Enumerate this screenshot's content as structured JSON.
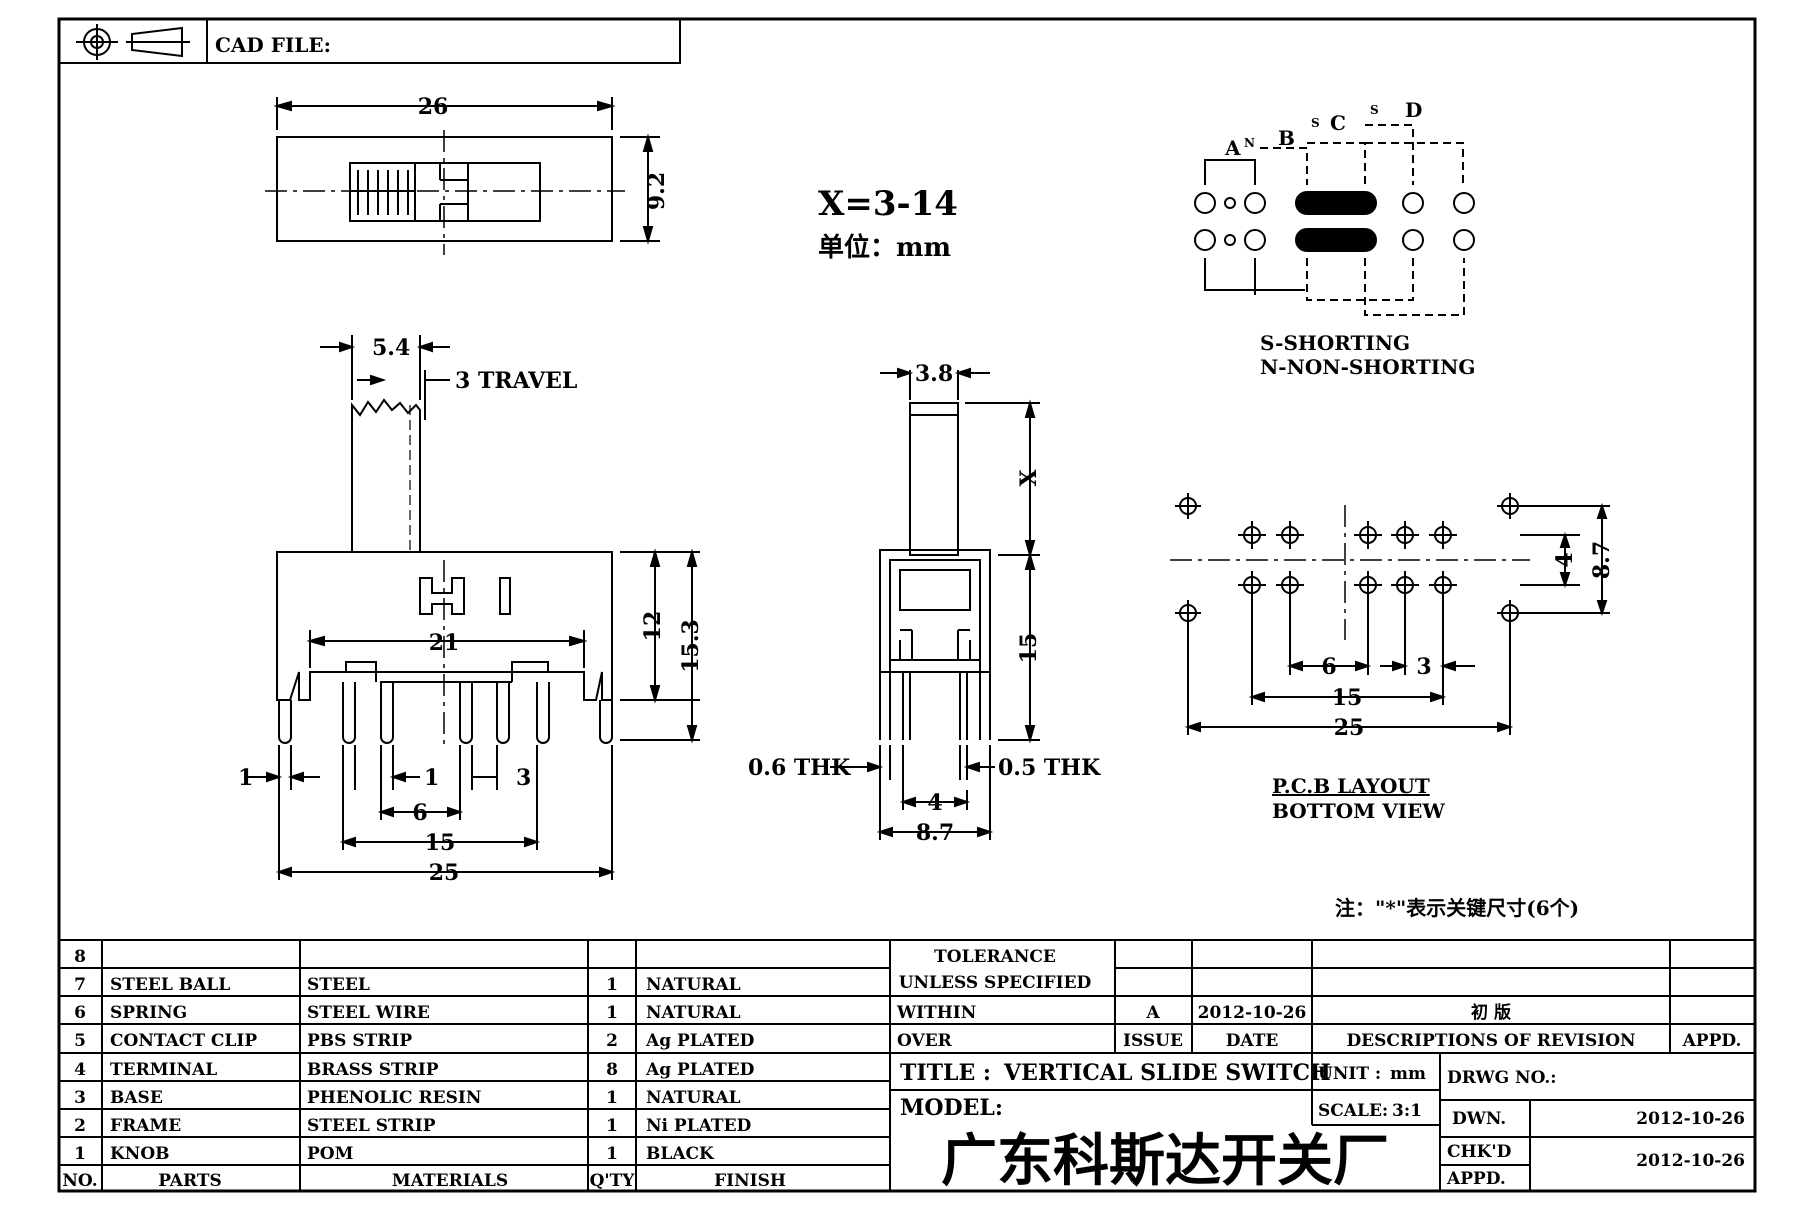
{
  "header": {
    "cad_file_label": "CAD FILE:"
  },
  "note_x": "X=3-14",
  "note_unit": "单位：mm",
  "top_view": {
    "width_dim": "26",
    "height_dim": "9.2"
  },
  "front_view": {
    "dim_5_4": "5.4",
    "travel_label": "3 TRAVEL",
    "dim_21": "21",
    "dim_12": "12",
    "dim_15_3": "15.3",
    "dim_1a": "1",
    "dim_1b": "1",
    "dim_3": "3",
    "dim_6": "6",
    "dim_15": "15",
    "dim_25": "25"
  },
  "side_view": {
    "dim_3_8": "3.8",
    "dim_x": "X",
    "dim_15": "15",
    "thk_left": "0.6  THK",
    "thk_right": "0.5  THK",
    "dim_4": "4",
    "dim_8_7": "8.7"
  },
  "schematic": {
    "labels": [
      "A",
      "N",
      "B",
      "S",
      "C",
      "S",
      "D"
    ],
    "legend_s": "S-SHORTING",
    "legend_n": "N-NON-SHORTING"
  },
  "pcb": {
    "dim_4": "4",
    "dim_8_7": "8.7",
    "dim_6": "6",
    "dim_3": "3",
    "dim_15": "15",
    "dim_25": "25",
    "title": "P.C.B  LAYOUT",
    "subtitle": "BOTTOM  VIEW"
  },
  "footnote": "注：\"*\"表示关键尺寸(6个)",
  "bom": {
    "header": {
      "no": "NO.",
      "parts": "PARTS",
      "materials": "MATERIALS",
      "qty": "Q'TY",
      "finish": "FINISH"
    },
    "rows": [
      {
        "no": "8",
        "part": "",
        "material": "",
        "qty": "",
        "finish": ""
      },
      {
        "no": "7",
        "part": "STEEL  BALL",
        "material": "STEEL",
        "qty": "1",
        "finish": "NATURAL"
      },
      {
        "no": "6",
        "part": "SPRING",
        "material": "STEEL  WIRE",
        "qty": "1",
        "finish": "NATURAL"
      },
      {
        "no": "5",
        "part": "CONTACT  CLIP",
        "material": "PBS  STRIP",
        "qty": "2",
        "finish": "Ag  PLATED"
      },
      {
        "no": "4",
        "part": "TERMINAL",
        "material": "BRASS  STRIP",
        "qty": "8",
        "finish": "Ag  PLATED"
      },
      {
        "no": "3",
        "part": "BASE",
        "material": "PHENOLIC  RESIN",
        "qty": "1",
        "finish": "NATURAL"
      },
      {
        "no": "2",
        "part": "FRAME",
        "material": "STEEL  STRIP",
        "qty": "1",
        "finish": "Ni  PLATED"
      },
      {
        "no": "1",
        "part": "KNOB",
        "material": "POM",
        "qty": "1",
        "finish": "BLACK"
      }
    ]
  },
  "tolerance": {
    "line1": "TOLERANCE",
    "line2": "UNLESS  SPECIFIED",
    "within": "WITHIN",
    "over": "OVER"
  },
  "revision": {
    "issue": "A",
    "date": "2012-10-26",
    "description": "初  版",
    "issue_label": "ISSUE",
    "date_label": "DATE",
    "desc_label": "DESCRIPTIONS  OF  REVISION",
    "appd_label": "APPD."
  },
  "title_block": {
    "title_label": "TITLE :",
    "title": "VERTICAL  SLIDE  SWITCH",
    "unit_label": "UNIT :",
    "unit": "mm",
    "drwg_label": "DRWG  NO.:",
    "model_label": "MODEL:",
    "scale_label": "SCALE:",
    "scale": "3:1",
    "dwn_label": "DWN.",
    "dwn_date": "2012-10-26",
    "chkd_label": "CHK'D",
    "chkd_date": "2012-10-26",
    "appd_label": "APPD.",
    "company": "广东科斯达开关厂"
  }
}
